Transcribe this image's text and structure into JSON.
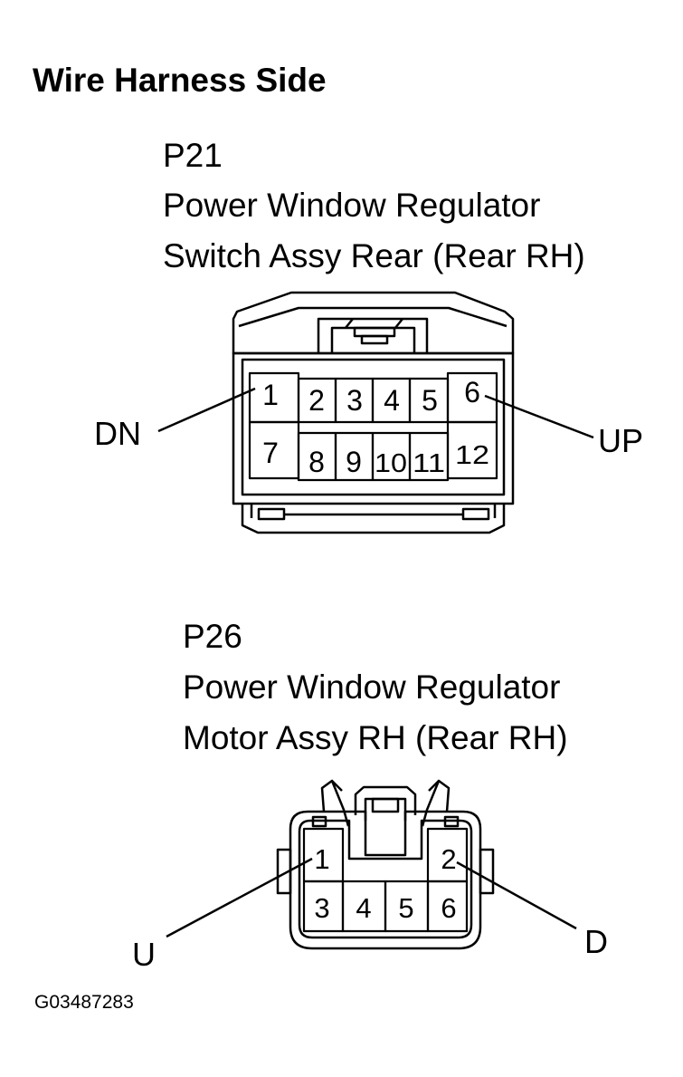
{
  "heading": "Wire Harness Side",
  "connectors": [
    {
      "code": "P21",
      "name_line1": "Power Window Regulator",
      "name_line2": "Switch Assy Rear (Rear RH)",
      "pins": [
        "1",
        "2",
        "3",
        "4",
        "5",
        "6",
        "7",
        "8",
        "9",
        "10",
        "11",
        "12"
      ],
      "callouts": [
        {
          "label": "DN",
          "pin": "1"
        },
        {
          "label": "UP",
          "pin": "6"
        }
      ]
    },
    {
      "code": "P26",
      "name_line1": "Power Window Regulator",
      "name_line2": "Motor Assy RH (Rear RH)",
      "pins": [
        "1",
        "2",
        "3",
        "4",
        "5",
        "6"
      ],
      "callouts": [
        {
          "label": "U",
          "pin": "1"
        },
        {
          "label": "D",
          "pin": "2"
        }
      ]
    }
  ],
  "figure_id": "G03487283"
}
